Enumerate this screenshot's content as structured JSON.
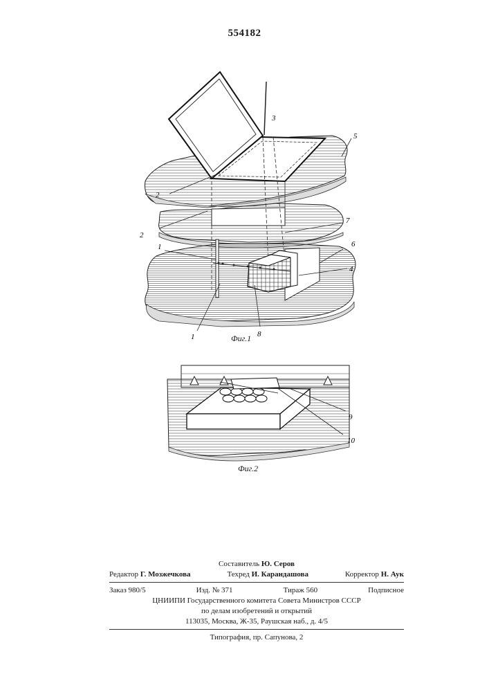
{
  "patent_number": "554182",
  "figures": {
    "fig1_caption": "Фиг.1",
    "fig2_caption": "Фиг.2",
    "fig1_refs": [
      "1",
      "1",
      "2",
      "2",
      "3",
      "4",
      "5",
      "6",
      "7",
      "8"
    ],
    "fig2_refs": [
      "9",
      "10"
    ]
  },
  "imprint": {
    "compiler_label": "Составитель",
    "compiler_name": "Ю. Серов",
    "editor_label": "Редактор",
    "editor_name": "Г. Мозжечкова",
    "techred_label": "Техред",
    "techred_name": "И. Карандашова",
    "corrector_label": "Корректор",
    "corrector_name": "Н. Аук",
    "order": "Заказ 980/5",
    "edition": "Изд. № 371",
    "circulation": "Тираж 560",
    "subscription": "Подписное",
    "org_line1": "ЦНИИПИ Государственного комитета Совета Министров СССР",
    "org_line2": "по делам изобретений и открытий",
    "address": "113035, Москва, Ж-35, Раушская наб., д. 4/5",
    "printer": "Типография, пр. Сапунова, 2"
  }
}
